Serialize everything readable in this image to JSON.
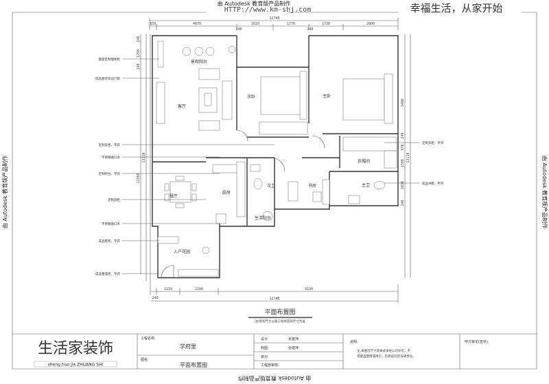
{
  "header": {
    "watermark": "由 Autodesk 教育版产品制作",
    "website": "HTTP://www.km-shj.com",
    "slogan": "幸福生活，从家开始"
  },
  "dimensions": {
    "top_total": "12740",
    "top_chain": [
      "850",
      "4070",
      "1610",
      "1770",
      "1730",
      "2800"
    ],
    "top_wall": [
      "240",
      "240"
    ],
    "left": [
      "240",
      "1250",
      "240",
      "13110",
      "11300"
    ],
    "right": [
      "3400",
      "240",
      "970",
      "1500",
      "2030",
      "240",
      "13110"
    ],
    "bottom_chain": [
      "1210",
      "2100",
      "9190"
    ],
    "bottom_wall": "240",
    "bottom_total": "12740"
  },
  "rooms": [
    "景观阳台",
    "客厅",
    "次卧",
    "主卧",
    "衣帽间",
    "餐厅",
    "厨房",
    "次卫",
    "书房",
    "主卫",
    "生活阳台",
    "入户花园"
  ],
  "annotations_left": [
    "飘窗定制储物柜",
    "成品套装双边门套",
    "定制衣柜、平开",
    "不锈钢收口条",
    "定制吧台、平开",
    "定制酒柜",
    "不锈钢收口条",
    "成品鞋柜、平开",
    "成品整理柜、平开"
  ],
  "annotations_right": [
    "定制衣柜、平开",
    "成品书柜、平开"
  ],
  "drawing": {
    "title": "平面布置图",
    "note": "注:所有尺寸以施工现场实际尺寸为准"
  },
  "title_block": {
    "logo": "生活家装饰",
    "logo_pinyin": "sheng huo jia   ZHUANG  SHI",
    "project_label": "工程名称:",
    "project_value": "学府里",
    "drawing_label": "图名:",
    "drawing_value": "平面布置图",
    "design_label": "设计:",
    "design_value": "张建萍",
    "draft_label": "制图:",
    "draft_value": "张建萍",
    "check_label": "核对:",
    "audit_label": "工程部审核:",
    "notes_label": "说明:",
    "notes_line1": "注:本图示尺寸及样式未经公司许可，不",
    "notes_line2": "得擅自使用或拷贝，否则追究其法律责任。",
    "client_label": "甲方审定(签字):"
  }
}
